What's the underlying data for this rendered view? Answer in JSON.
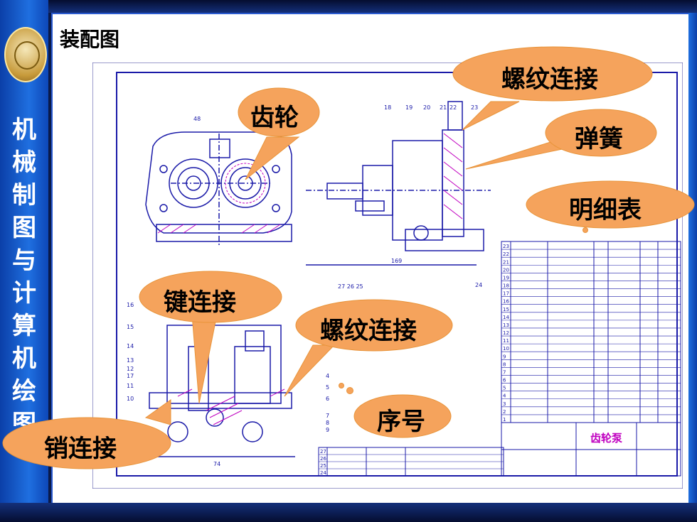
{
  "slide": {
    "title": "装配图",
    "side_title": [
      "机",
      "械",
      "制",
      "图",
      "与",
      "计",
      "算",
      "机",
      "绘",
      "图"
    ]
  },
  "callouts": {
    "gear": "齿轮",
    "thread_top": "螺纹连接",
    "spring": "弹簧",
    "parts_list": "明细表",
    "key": "键连接",
    "thread_mid": "螺纹连接",
    "sequence": "序号",
    "pin": "销连接"
  },
  "colors": {
    "callout_fill": "#f5a35c",
    "drawing_line": "#1a1aa8",
    "section_hatch": "#c000c0",
    "sidebar": "#1f6fe0"
  },
  "drawing": {
    "part_numbers_top": [
      "18",
      "19",
      "20",
      "21",
      "22",
      "23"
    ],
    "part_numbers_left": [
      "16",
      "15",
      "14",
      "13",
      "12",
      "17",
      "11",
      "10"
    ],
    "part_numbers_right": [
      "4",
      "5",
      "6",
      "7",
      "8",
      "9"
    ],
    "dimensions": [
      "48",
      "169",
      "74",
      "24",
      "27 26 25"
    ],
    "parts_list_rows": [
      "23",
      "22",
      "21",
      "20",
      "19",
      "18",
      "17",
      "16",
      "15",
      "14",
      "13",
      "12",
      "11",
      "10",
      "9",
      "8",
      "7",
      "6",
      "5",
      "4",
      "3",
      "2",
      "1"
    ],
    "lower_rows": [
      "27",
      "26",
      "25",
      "24"
    ],
    "title_block": "齿轮泵",
    "icons": [
      "school-logo-icon"
    ]
  }
}
